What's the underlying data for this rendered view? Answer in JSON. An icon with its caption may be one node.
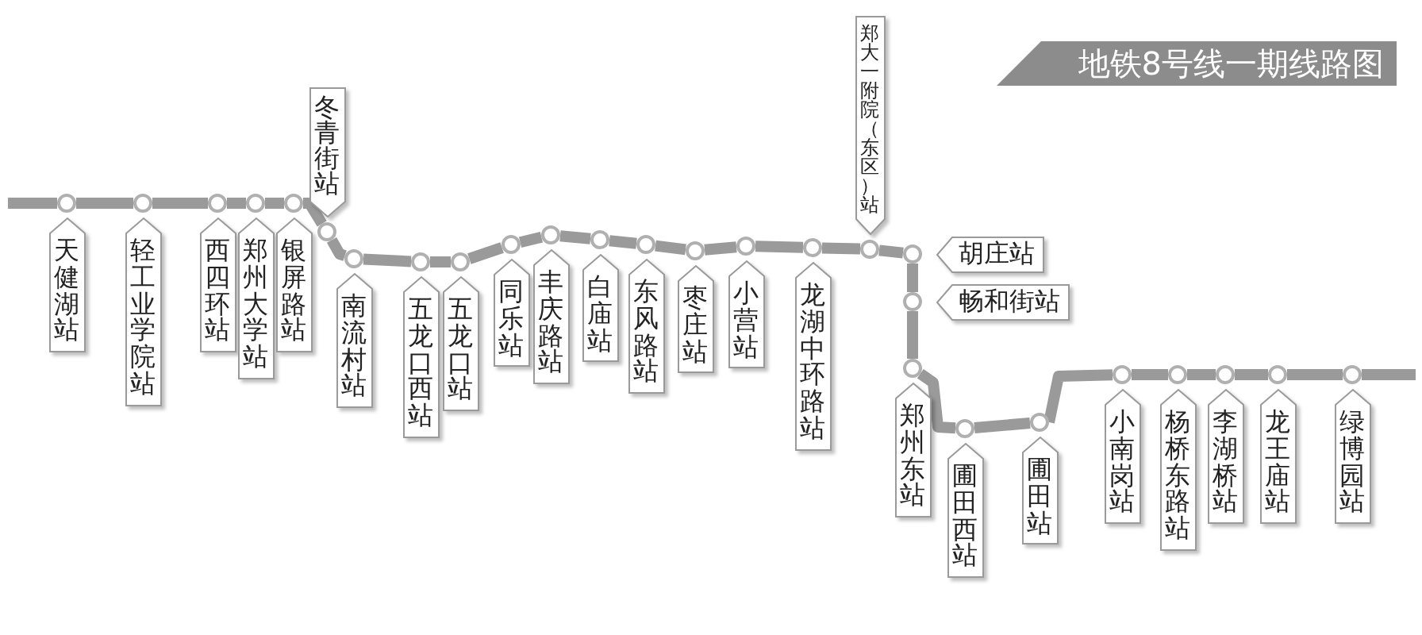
{
  "diagram": {
    "title": "地铁8号线一期线路图",
    "nodes": [
      {
        "text": [
          "天健湖站"
        ]
      },
      {
        "text": [
          "轻工业学院站"
        ]
      },
      {
        "text": [
          "西四环站"
        ]
      },
      {
        "text": [
          "郑州大学站"
        ]
      },
      {
        "text": [
          "银屏路站"
        ]
      },
      {
        "text": [
          "冬青街站"
        ]
      },
      {
        "text": [
          "南流村站"
        ]
      },
      {
        "text": [
          "五龙口西站"
        ]
      },
      {
        "text": [
          "五龙口站"
        ]
      },
      {
        "text": [
          "同乐站"
        ]
      },
      {
        "text": [
          "丰庆路站"
        ]
      },
      {
        "text": [
          "白庙站"
        ]
      },
      {
        "text": [
          "东风路站"
        ]
      },
      {
        "text": [
          "枣庄站"
        ]
      },
      {
        "text": [
          "小营站"
        ]
      },
      {
        "text": [
          "龙湖中环路站"
        ]
      },
      {
        "text": [
          "郑大一附院（东区）站"
        ]
      },
      {
        "text": [
          "胡庄站"
        ]
      },
      {
        "text": [
          "畅和街站"
        ]
      },
      {
        "text": [
          "郑州东站"
        ]
      },
      {
        "text": [
          "圃田西站"
        ]
      },
      {
        "text": [
          "圃田站"
        ]
      },
      {
        "text": [
          "小南岗站"
        ]
      },
      {
        "text": [
          "杨桥东路站"
        ]
      },
      {
        "text": [
          "李湖桥站"
        ]
      },
      {
        "text": [
          "龙王庙站"
        ]
      },
      {
        "text": [
          "绿博园站"
        ]
      }
    ],
    "edges": [
      {
        "from": null,
        "to": 0,
        "arrow": "none"
      },
      {
        "from": 0,
        "to": 1,
        "arrow": "none"
      },
      {
        "from": 1,
        "to": 2,
        "arrow": "none"
      },
      {
        "from": 2,
        "to": 3,
        "arrow": "none"
      },
      {
        "from": 3,
        "to": 4,
        "arrow": "none"
      },
      {
        "from": 4,
        "to": 5,
        "arrow": "none"
      },
      {
        "from": 5,
        "to": 6,
        "arrow": "none"
      },
      {
        "from": 6,
        "to": 7,
        "arrow": "none"
      },
      {
        "from": 7,
        "to": 8,
        "arrow": "none"
      },
      {
        "from": 8,
        "to": 9,
        "arrow": "none"
      },
      {
        "from": 9,
        "to": 10,
        "arrow": "none"
      },
      {
        "from": 10,
        "to": 11,
        "arrow": "none"
      },
      {
        "from": 11,
        "to": 12,
        "arrow": "none"
      },
      {
        "from": 12,
        "to": 13,
        "arrow": "none"
      },
      {
        "from": 13,
        "to": 14,
        "arrow": "none"
      },
      {
        "from": 14,
        "to": 15,
        "arrow": "none"
      },
      {
        "from": 15,
        "to": 16,
        "arrow": "none"
      },
      {
        "from": 16,
        "to": 17,
        "arrow": "none"
      },
      {
        "from": 17,
        "to": 18,
        "arrow": "none"
      },
      {
        "from": 18,
        "to": 19,
        "arrow": "none"
      },
      {
        "from": 19,
        "to": 20,
        "arrow": "none"
      },
      {
        "from": 20,
        "to": 21,
        "arrow": "none"
      },
      {
        "from": 21,
        "to": 22,
        "arrow": "none"
      },
      {
        "from": 22,
        "to": 23,
        "arrow": "none"
      },
      {
        "from": 23,
        "to": 24,
        "arrow": "none"
      },
      {
        "from": 24,
        "to": 25,
        "arrow": "none"
      },
      {
        "from": 25,
        "to": 26,
        "arrow": "none"
      },
      {
        "from": 26,
        "to": null,
        "arrow": "none"
      }
    ]
  }
}
